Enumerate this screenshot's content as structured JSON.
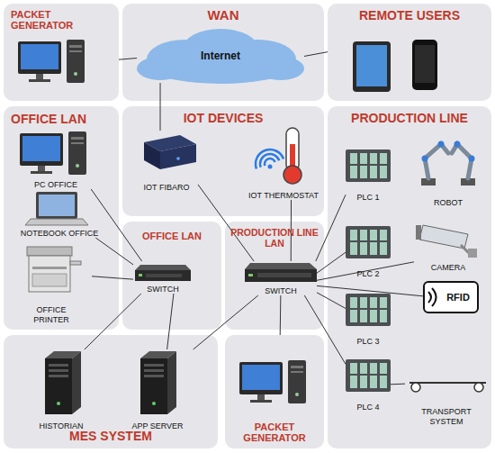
{
  "diagram": {
    "nodes": [
      {
        "text": [
          "PACKET GENERATOR"
        ]
      },
      {
        "text": [
          "WAN"
        ]
      },
      {
        "text": [
          "Internet"
        ],
        "in": 1
      },
      {
        "text": [
          "REMOTE USERS"
        ]
      },
      {
        "text": [
          "OFFICE LAN"
        ]
      },
      {
        "text": [
          "PC OFFICE"
        ],
        "in": 4
      },
      {
        "text": [
          "NOTEBOOK OFFICE"
        ],
        "in": 4
      },
      {
        "text": [
          "OFFICE PRINTER"
        ],
        "in": 4
      },
      {
        "text": [
          "IOT DEVICES"
        ]
      },
      {
        "text": [
          "IOT FIBARO"
        ],
        "in": 8
      },
      {
        "text": [
          "IOT THERMOSTAT"
        ],
        "in": 8
      },
      {
        "text": [
          "OFFICE LAN"
        ]
      },
      {
        "text": [
          "SWITCH"
        ],
        "in": 11
      },
      {
        "text": [
          "PRODUCTION LINE LAN"
        ]
      },
      {
        "text": [
          "SWITCH"
        ],
        "in": 13
      },
      {
        "text": [
          "PRODUCTION LINE"
        ]
      },
      {
        "text": [
          "PLC 1"
        ],
        "in": 15
      },
      {
        "text": [
          "ROBOT"
        ],
        "in": 15
      },
      {
        "text": [
          "PLC 2"
        ],
        "in": 15
      },
      {
        "text": [
          "CAMERA"
        ],
        "in": 15
      },
      {
        "text": [
          "RFID"
        ],
        "in": 15
      },
      {
        "text": [
          "PLC 3"
        ],
        "in": 15
      },
      {
        "text": [
          "PLC 4"
        ],
        "in": 15
      },
      {
        "text": [
          "TRANSPORT SYSTEM"
        ],
        "in": 15
      },
      {
        "text": [
          "MES SYSTEM"
        ]
      },
      {
        "text": [
          "HISTORIAN"
        ],
        "in": 24
      },
      {
        "text": [
          "APP SERVER"
        ],
        "in": 24
      },
      {
        "text": [
          "PACKET GENERATOR"
        ]
      }
    ],
    "edges": [
      {
        "from": 0,
        "to": 2,
        "arrow": "none"
      },
      {
        "from": 2,
        "to": 3,
        "arrow": "none"
      },
      {
        "from": 2,
        "to": 9,
        "arrow": "none"
      },
      {
        "from": 9,
        "to": 14,
        "arrow": "none"
      },
      {
        "from": 10,
        "to": 14,
        "arrow": "none"
      },
      {
        "from": 5,
        "to": 12,
        "arrow": "none"
      },
      {
        "from": 6,
        "to": 12,
        "arrow": "none"
      },
      {
        "from": 7,
        "to": 12,
        "arrow": "none"
      },
      {
        "from": 12,
        "to": 25,
        "arrow": "none"
      },
      {
        "from": 12,
        "to": 26,
        "arrow": "none"
      },
      {
        "from": 14,
        "to": 26,
        "arrow": "none"
      },
      {
        "from": 14,
        "to": 27,
        "arrow": "none"
      },
      {
        "from": 14,
        "to": 16,
        "arrow": "none"
      },
      {
        "from": 14,
        "to": 18,
        "arrow": "none"
      },
      {
        "from": 14,
        "to": 19,
        "arrow": "none"
      },
      {
        "from": 14,
        "to": 20,
        "arrow": "none"
      },
      {
        "from": 14,
        "to": 21,
        "arrow": "none"
      },
      {
        "from": 14,
        "to": 22,
        "arrow": "none"
      },
      {
        "from": 22,
        "to": 23,
        "arrow": "none"
      }
    ]
  }
}
